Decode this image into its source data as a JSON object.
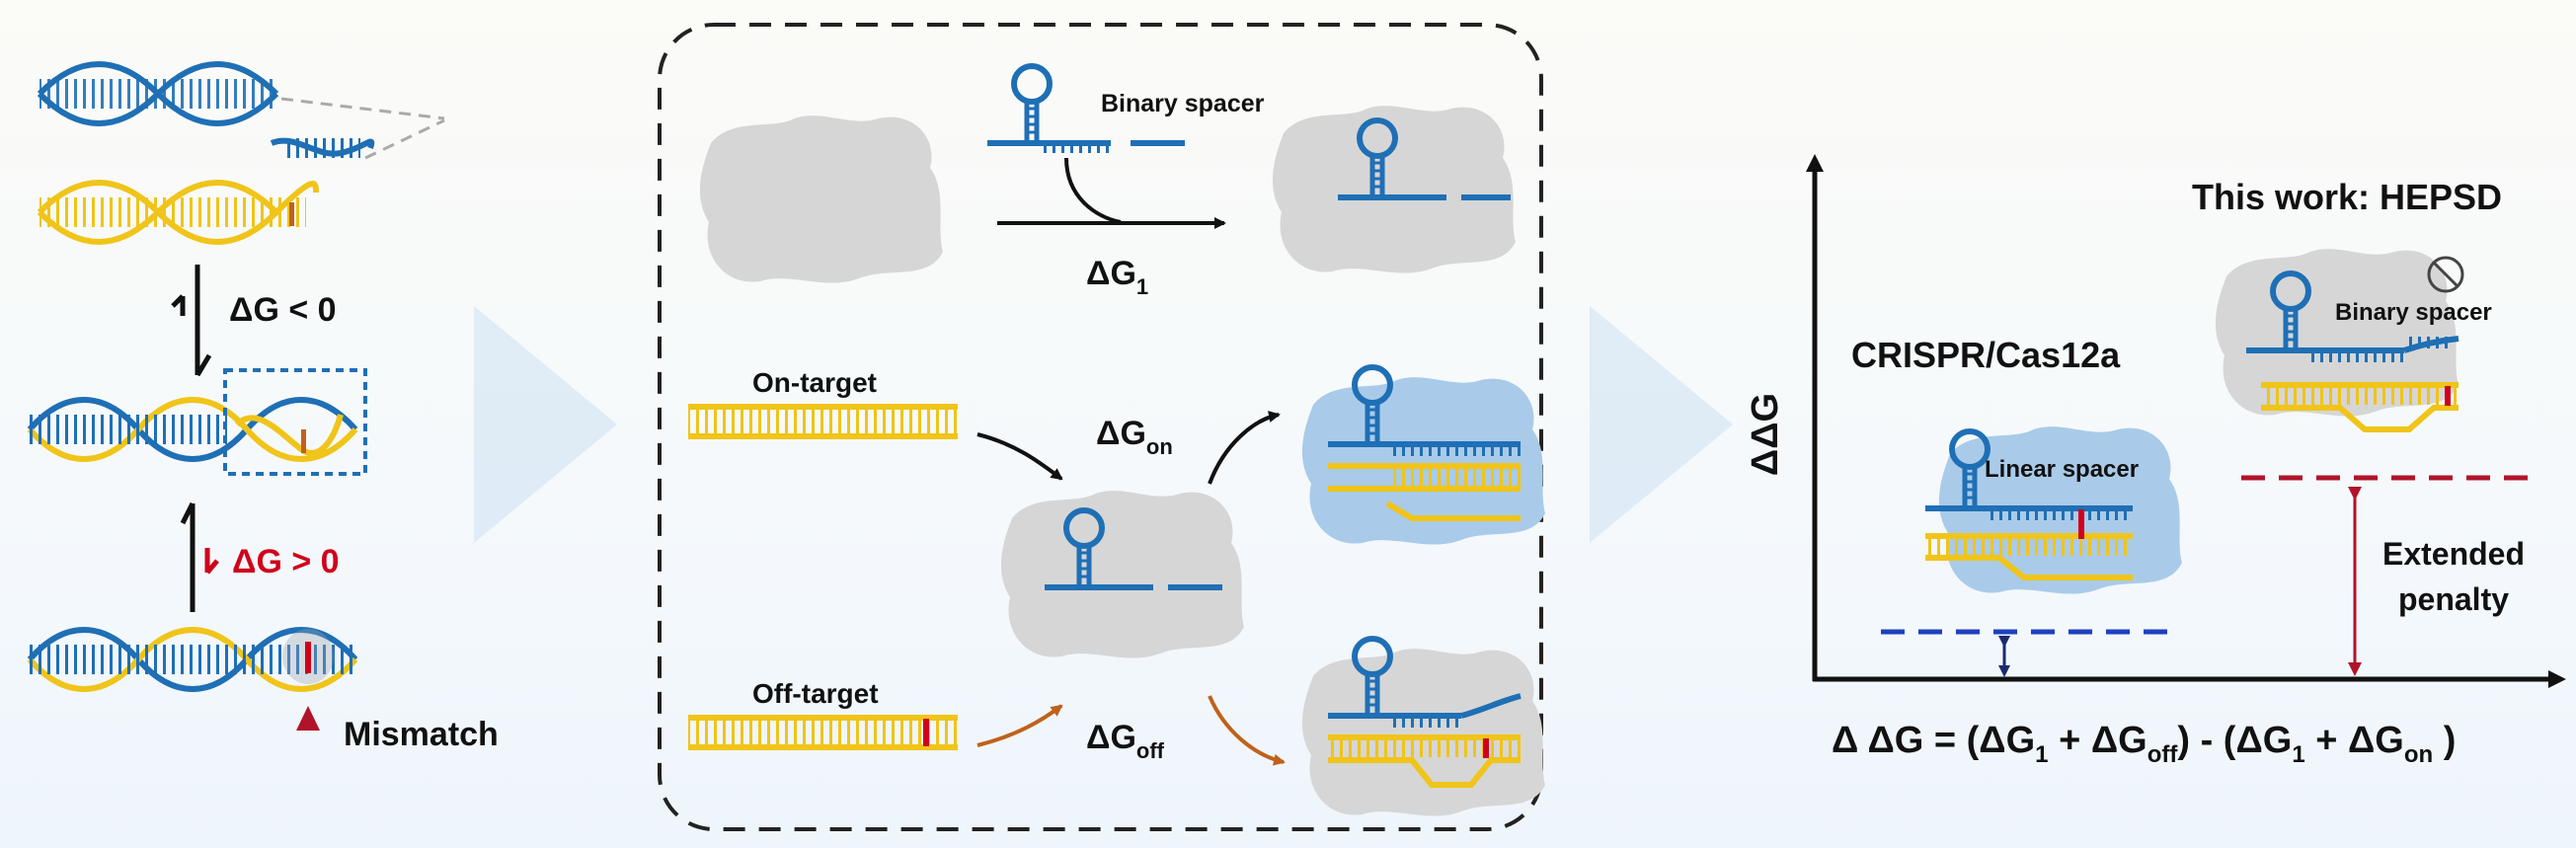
{
  "colors": {
    "dna_blue": "#1f6fb5",
    "dna_yellow": "#f0c419",
    "mismatch_red": "#d0021b",
    "protein_gray": "#d6d6d6",
    "protein_blue": "#a9cbe9",
    "arrow_black": "#111111",
    "arrow_orange": "#c0611b",
    "crispr_line": "#1f3fbf",
    "penalty_red": "#b0142a"
  },
  "left": {
    "dg_neg": "ΔG < 0",
    "dg_pos": "ΔG > 0",
    "mismatch": "Mismatch"
  },
  "middle": {
    "binary_spacer": "Binary spacer",
    "dg1": "ΔG",
    "dg1_sub": "1",
    "on_target": "On-target",
    "off_target": "Off-target",
    "dgon": "ΔG",
    "dgon_sub": "on",
    "dgoff": "ΔG",
    "dgoff_sub": "off"
  },
  "right": {
    "y_axis": "ΔΔG",
    "this_work": "This work: HEPSD",
    "binary_spacer": "Binary spacer",
    "crispr": "CRISPR/Cas12a",
    "linear_spacer": "Linear spacer",
    "extended": "Extended",
    "penalty": "penalty",
    "formula_a": "Δ ΔG = (ΔG",
    "formula_s1": "1",
    "formula_b": " + ΔG",
    "formula_s2": "off",
    "formula_c": ") - (ΔG",
    "formula_s3": "1",
    "formula_d": " + ΔG",
    "formula_s4": "on",
    "formula_e": " )"
  }
}
